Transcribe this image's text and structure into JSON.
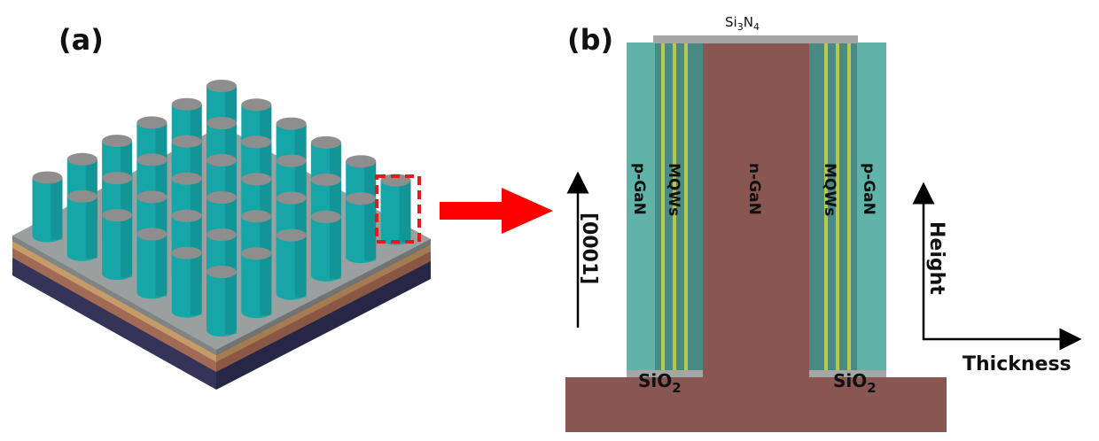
{
  "panel_a": {
    "label": "(a)",
    "colors": {
      "rod_body": "#16a6a8",
      "rod_dark": "#0f7f82",
      "rod_top": "#8e8e8e",
      "base_top": "#9aa0a0",
      "layer_brown": "#a06a55",
      "layer_orange": "#c79a6a",
      "substrate": "#343458",
      "highlight_box": "#e21b1b"
    },
    "icons": [
      "nanorod-array-3d",
      "red-dashed-selection-box"
    ]
  },
  "arrow": {
    "color": "#ff0000",
    "icon": "right-arrow-icon"
  },
  "panel_b": {
    "label": "(b)",
    "top_cap": {
      "prefix": "Si",
      "sub1": "3",
      "mid": "N",
      "sub2": "4"
    },
    "left_bottom_oxide": {
      "prefix": "SiO",
      "sub": "2"
    },
    "right_bottom_oxide": {
      "prefix": "SiO",
      "sub": "2"
    },
    "layers": {
      "left_outer": "p-GaN",
      "left_inner": "MQWs",
      "core": "n-GaN",
      "right_inner": "MQWs",
      "right_outer": "p-GaN"
    },
    "direction_label": "[0001]",
    "axis_vertical": "Height",
    "axis_horizontal": "Thickness",
    "colors": {
      "p_gan": "#5fb3a8",
      "mqw_bg": "#4a8a84",
      "mqw_line": "#b9c84a",
      "n_gan": "#8a5652",
      "cap": "#a6a6a6",
      "axis": "#000000"
    }
  }
}
